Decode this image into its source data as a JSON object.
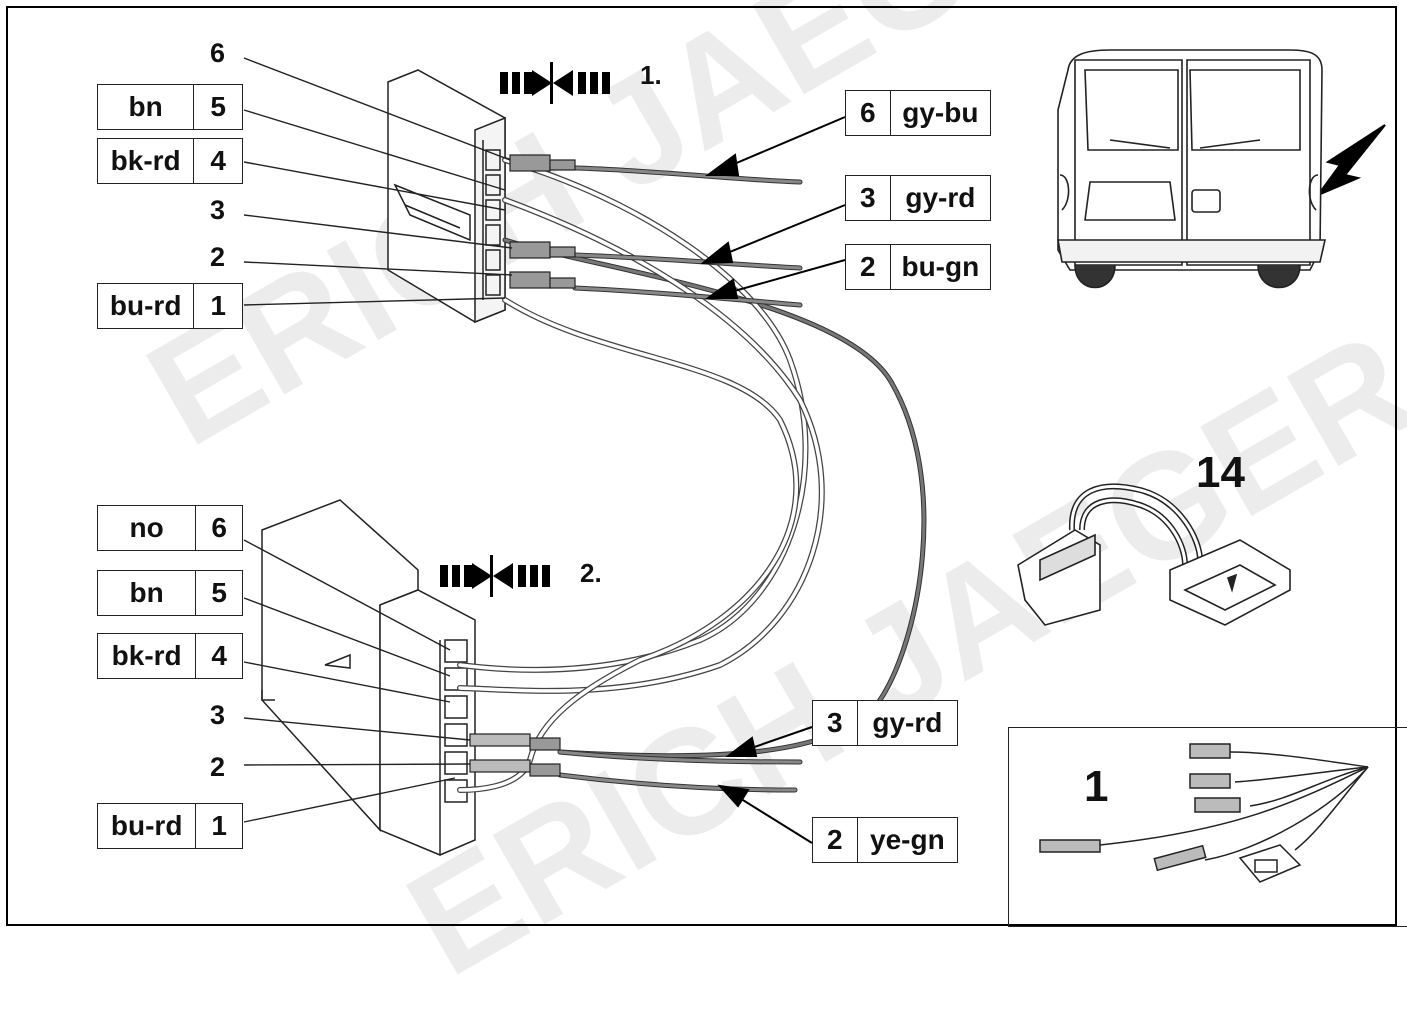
{
  "watermark": "ERICH JAEGER",
  "steps": [
    "1.",
    "2."
  ],
  "variants": {
    "main": "14",
    "inset": "1"
  },
  "top_connector": {
    "pins": [
      "6",
      "3",
      "2"
    ],
    "left_labels": [
      {
        "code": "bn",
        "pin": "5"
      },
      {
        "code": "bk-rd",
        "pin": "4"
      },
      {
        "code": "bu-rd",
        "pin": "1"
      }
    ],
    "right_labels": [
      {
        "pin": "6",
        "code": "gy-bu"
      },
      {
        "pin": "3",
        "code": "gy-rd"
      },
      {
        "pin": "2",
        "code": "bu-gn"
      }
    ]
  },
  "bottom_connector": {
    "pins": [
      "3",
      "2"
    ],
    "left_labels": [
      {
        "code": "no",
        "pin": "6"
      },
      {
        "code": "bn",
        "pin": "5"
      },
      {
        "code": "bk-rd",
        "pin": "4"
      },
      {
        "code": "bu-rd",
        "pin": "1"
      }
    ],
    "right_labels": [
      {
        "pin": "3",
        "code": "gy-rd"
      },
      {
        "pin": "2",
        "code": "ye-gn"
      }
    ]
  }
}
